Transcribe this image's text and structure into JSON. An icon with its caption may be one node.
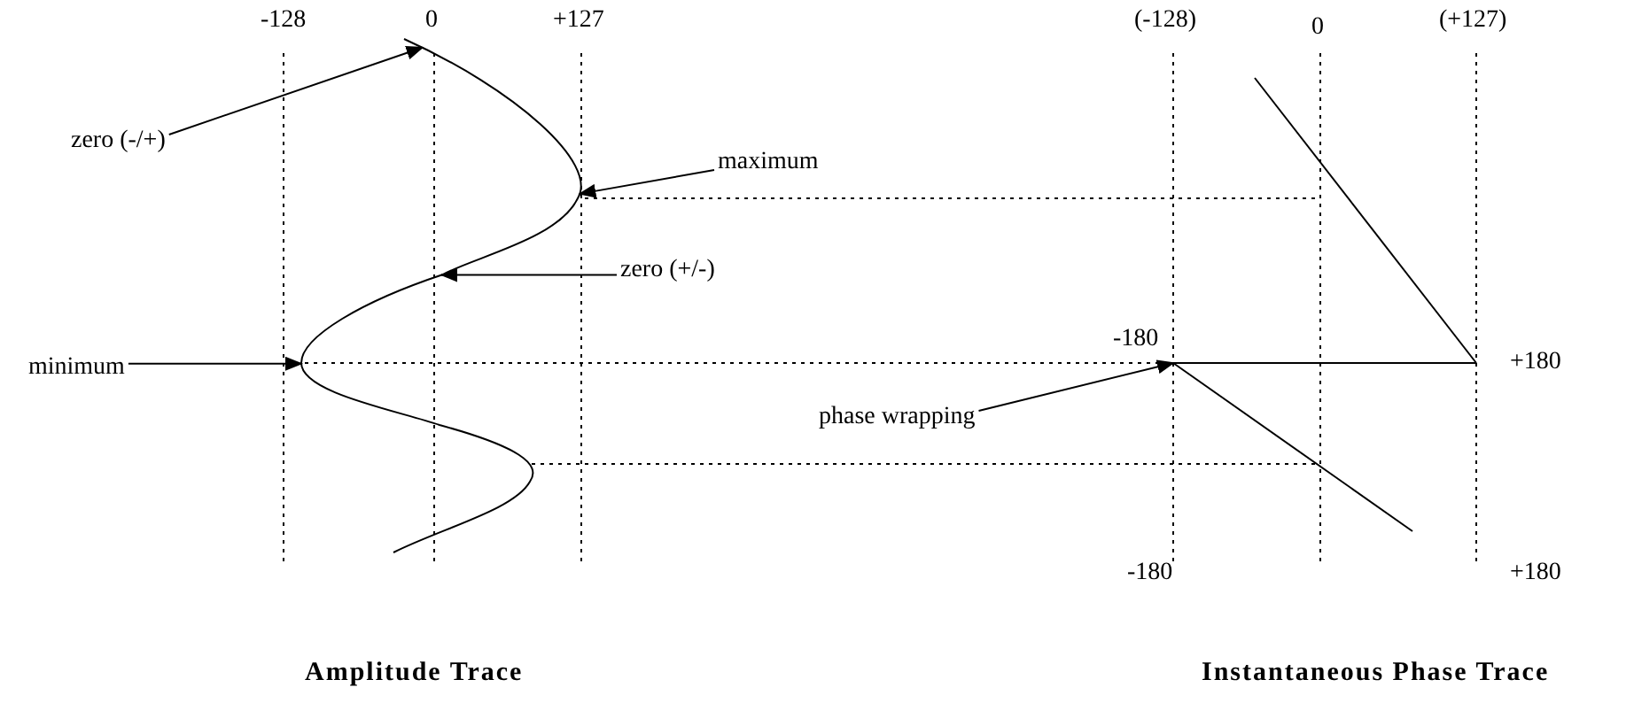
{
  "diagram": {
    "nodes": [
      {
        "text": [
          "zero (-/+)"
        ]
      },
      {
        "text": [
          "maximum"
        ]
      },
      {
        "text": [
          "zero (+/-)"
        ]
      },
      {
        "text": [
          "minimum"
        ]
      },
      {
        "text": [
          "phase wrapping"
        ]
      },
      {
        "text": [],
        "shape": "curve"
      },
      {
        "text": [],
        "shape": "line"
      }
    ],
    "edges": [
      {
        "from": 0,
        "to": 5,
        "arrow": "to"
      },
      {
        "from": 1,
        "to": 5,
        "arrow": "to"
      },
      {
        "from": 2,
        "to": 5,
        "arrow": "to"
      },
      {
        "from": 3,
        "to": 5,
        "arrow": "to"
      },
      {
        "from": 4,
        "to": 6,
        "arrow": "to"
      }
    ],
    "labels": [
      "-128",
      "0",
      "+127",
      "(-128)",
      "0",
      "(+127)",
      "-180",
      "+180",
      "-180",
      "+180",
      "Amplitude Trace",
      "Instantaneous Phase Trace"
    ]
  }
}
